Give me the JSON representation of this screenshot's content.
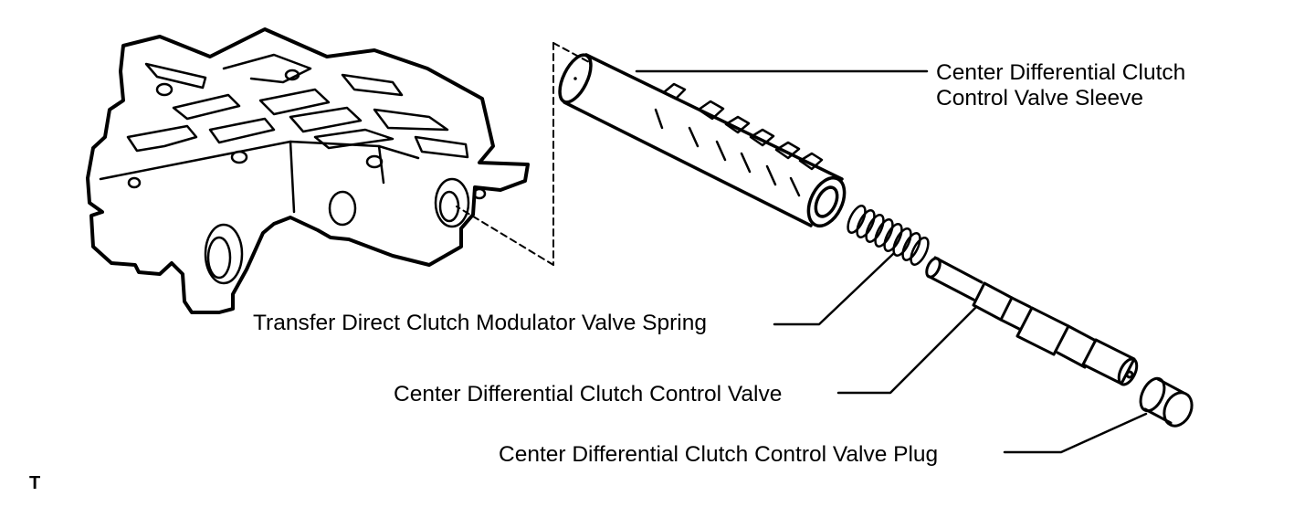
{
  "labels": {
    "sleeve_line1": "Center Differential Clutch",
    "sleeve_line2": "Control Valve Sleeve",
    "spring": "Transfer Direct Clutch Modulator Valve Spring",
    "valve": "Center Differential Clutch Control Valve",
    "plug": "Center Differential Clutch Control Valve Plug"
  },
  "corner_code": "T",
  "colors": {
    "line": "#000000",
    "background": "#ffffff"
  }
}
